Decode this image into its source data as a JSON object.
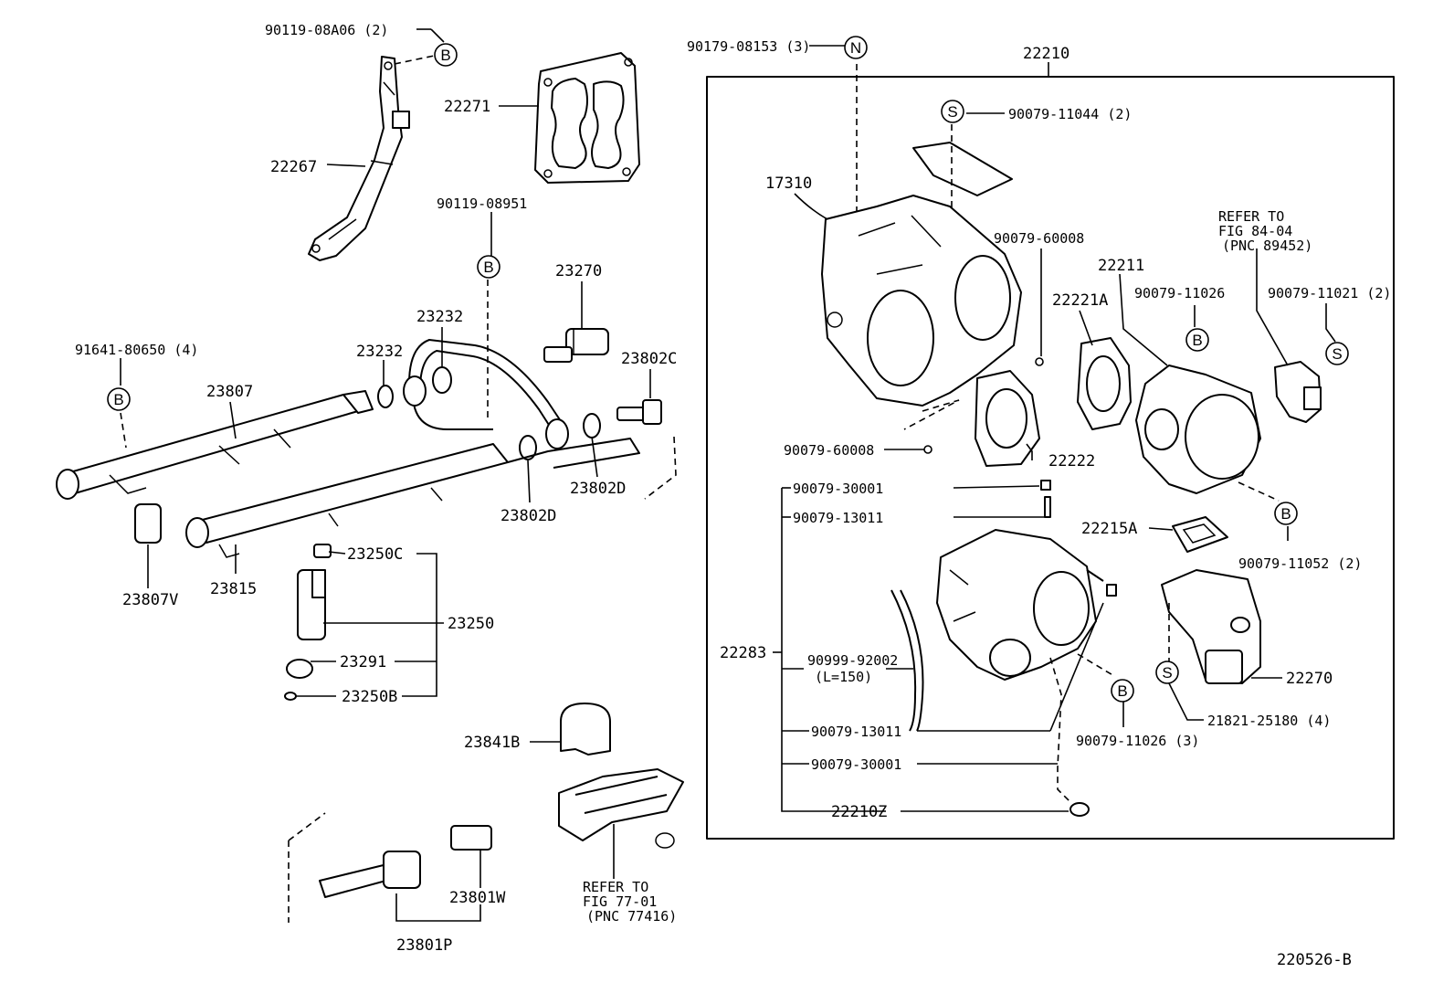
{
  "callouts": {
    "c_90119_08a06": "90119-08A06 (2)",
    "c_22271": "22271",
    "c_22267": "22267",
    "c_90119_08951": "90119-08951",
    "c_23270": "23270",
    "c_23232_a": "23232",
    "c_23232_b": "23232",
    "c_91641": "91641-80650 (4)",
    "c_23807": "23807",
    "c_23802c": "23802C",
    "c_23802d_a": "23802D",
    "c_23802d_b": "23802D",
    "c_23807v": "23807V",
    "c_23815": "23815",
    "c_23250c": "23250C",
    "c_23250": "23250",
    "c_23291": "23291",
    "c_23250b": "23250B",
    "c_23841b": "23841B",
    "c_23801w": "23801W",
    "c_23801p": "23801P",
    "c_ref77_1": "REFER TO",
    "c_ref77_2": "FIG 77-01",
    "c_ref77_3": "(PNC 77416)",
    "c_90179_08153": "90179-08153 (3)",
    "c_22210": "22210",
    "c_90079_11044": "90079-11044 (2)",
    "c_17310": "17310",
    "c_90079_60008_a": "90079-60008",
    "c_90079_60008_b": "90079-60008",
    "c_22221a": "22221A",
    "c_22211": "22211",
    "c_90079_11026_a": "90079-11026",
    "c_ref84_1": "REFER TO",
    "c_ref84_2": "FIG 84-04",
    "c_ref84_3": "(PNC 89452)",
    "c_90079_11021": "90079-11021 (2)",
    "c_22222": "22222",
    "c_90079_30001_a": "90079-30001",
    "c_90079_13011_a": "90079-13011",
    "c_22215a": "22215A",
    "c_90079_11052": "90079-11052 (2)",
    "c_22283": "22283",
    "c_90999_92002": "90999-92002",
    "c_l150": "(L=150)",
    "c_22270": "22270",
    "c_21821": "21821-25180 (4)",
    "c_90079_13011_b": "90079-13011",
    "c_90079_11026_b": "90079-11026 (3)",
    "c_90079_30001_b": "90079-30001",
    "c_22210z": "22210Z"
  },
  "markers": {
    "b": "B",
    "s": "S",
    "n": "N"
  },
  "footer": {
    "figure_code": "220526-B"
  }
}
